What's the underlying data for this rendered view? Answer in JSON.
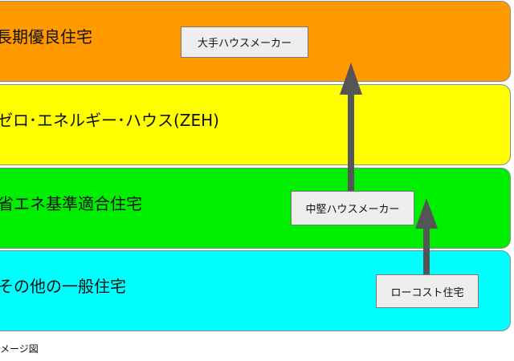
{
  "diagram": {
    "bands": [
      {
        "label": "長期優良住宅",
        "color": "#ff9900"
      },
      {
        "label": "ゼロ･エネルギー･ハウス(ZEH)",
        "color": "#ffff00"
      },
      {
        "label": "省エネ基準適合住宅",
        "color": "#00ee00"
      },
      {
        "label": "その他の一般住宅",
        "color": "#00ffff"
      }
    ],
    "boxes": {
      "major": "大手ハウスメーカー",
      "mid": "中堅ハウスメーカー",
      "lowcost": "ローコスト住宅"
    },
    "arrow_color": "#555555",
    "caption": "メージ図"
  }
}
